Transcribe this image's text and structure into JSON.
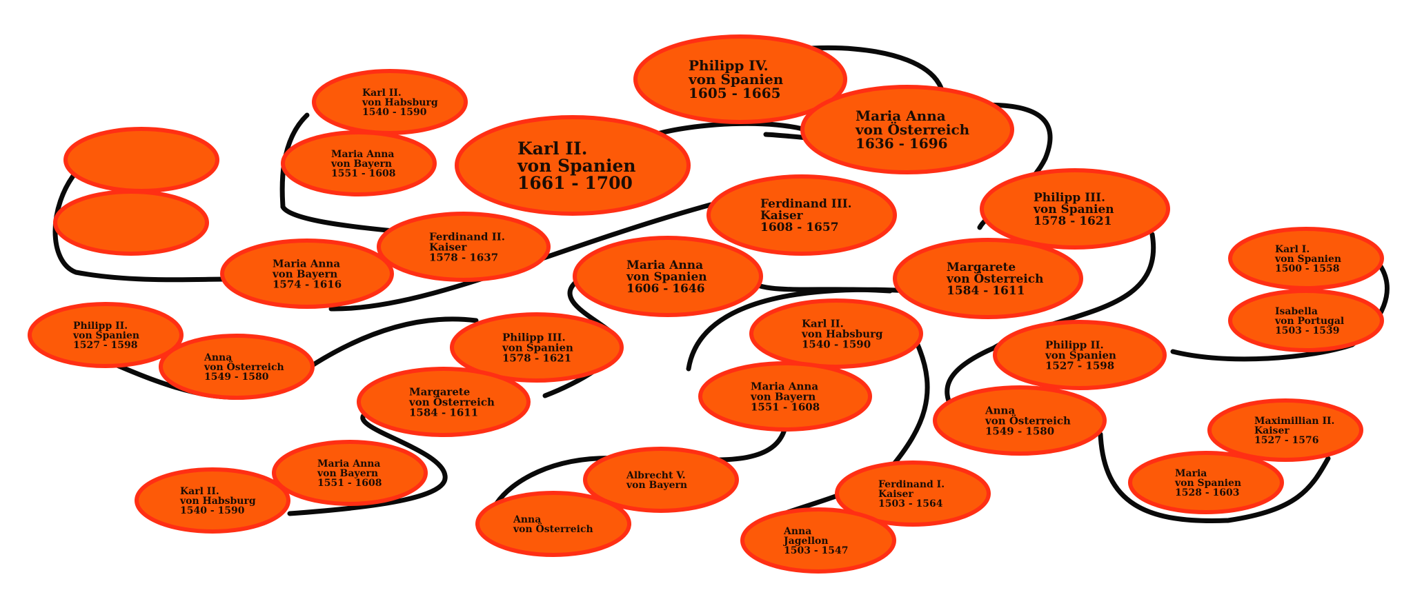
{
  "persons": [
    {
      "id": "p1",
      "lines": [
        "Karl II.",
        "von Spanien",
        "1661 - 1700"
      ]
    },
    {
      "id": "p2",
      "lines": [
        "Philipp IV.",
        "von Spanien",
        "1605 - 1665"
      ]
    },
    {
      "id": "p3",
      "lines": [
        "Maria Anna",
        "von Österreich",
        "1636 - 1696"
      ]
    },
    {
      "id": "p4",
      "lines": [
        "Karl II.",
        "von Habsburg",
        "1540 - 1590"
      ]
    },
    {
      "id": "p5",
      "lines": [
        "Maria Anna",
        "von Bayern",
        "1551 - 1608"
      ]
    },
    {
      "id": "p6",
      "lines": []
    },
    {
      "id": "p7",
      "lines": []
    },
    {
      "id": "p8",
      "lines": [
        "Ferdinand II.",
        "Kaiser",
        "1578 - 1637"
      ]
    },
    {
      "id": "p9",
      "lines": [
        "Maria Anna",
        "von Bayern",
        "1574 - 1616"
      ]
    },
    {
      "id": "p10",
      "lines": [
        "Ferdinand III.",
        "Kaiser",
        "1608 - 1657"
      ]
    },
    {
      "id": "p11",
      "lines": [
        "Maria Anna",
        "von Spanien",
        "1606 - 1646"
      ]
    },
    {
      "id": "p12",
      "lines": [
        "Philipp III.",
        "von Spanien",
        "1578 - 1621"
      ]
    },
    {
      "id": "p13",
      "lines": [
        "Margarete",
        "von Österreich",
        "1584 - 1611"
      ]
    },
    {
      "id": "p14",
      "lines": [
        "Karl I.",
        "von Spanien",
        "1500 - 1558"
      ]
    },
    {
      "id": "p15",
      "lines": [
        "Isabella",
        "von Portugal",
        "1503 - 1539"
      ]
    },
    {
      "id": "p16",
      "lines": [
        "Philipp II.",
        "von Spanien",
        "1527 - 1598"
      ]
    },
    {
      "id": "p17",
      "lines": [
        "Anna",
        "von Österreich",
        "1549 - 1580"
      ]
    },
    {
      "id": "p18",
      "lines": [
        "Philipp III.",
        "von Spanien",
        "1578 - 1621"
      ]
    },
    {
      "id": "p19",
      "lines": [
        "Margarete",
        "von Österreich",
        "1584 - 1611"
      ]
    },
    {
      "id": "p20",
      "lines": [
        "Karl II.",
        "von Habsburg",
        "1540 - 1590"
      ]
    },
    {
      "id": "p21",
      "lines": [
        "Maria Anna",
        "von Bayern",
        "1551 - 1608"
      ]
    },
    {
      "id": "p22",
      "lines": [
        "Karl II.",
        "von Habsburg",
        "1540 - 1590"
      ]
    },
    {
      "id": "p23",
      "lines": [
        "Maria Anna",
        "von Bayern",
        "1551 - 1608"
      ]
    },
    {
      "id": "p24",
      "lines": [
        "Albrecht V.",
        "von Bayern"
      ]
    },
    {
      "id": "p25",
      "lines": [
        "Anna",
        "von Österreich"
      ]
    },
    {
      "id": "p26",
      "lines": [
        "Ferdinand I.",
        "Kaiser",
        "1503 - 1564"
      ]
    },
    {
      "id": "p27",
      "lines": [
        "Anna",
        "Jagellon",
        "1503 - 1547"
      ]
    },
    {
      "id": "p28",
      "lines": [
        "Philipp II.",
        "von Spanien",
        "1527 - 1598"
      ]
    },
    {
      "id": "p29",
      "lines": [
        "Anna",
        "von Österreich",
        "1549 - 1580"
      ]
    },
    {
      "id": "p30",
      "lines": [
        "Maximillian II.",
        "Kaiser",
        "1527 - 1576"
      ]
    },
    {
      "id": "p31",
      "lines": [
        "Maria",
        "von Spanien",
        "1528 - 1603"
      ]
    }
  ]
}
